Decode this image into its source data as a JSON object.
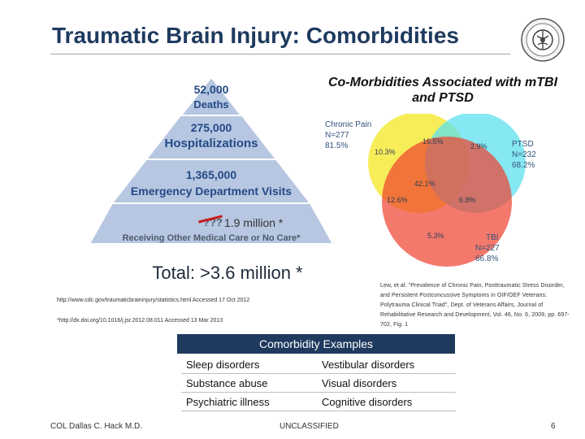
{
  "title": "Traumatic Brain Injury: Comorbidities",
  "pyramid": {
    "tiers": [
      {
        "value": "52,000",
        "label": "Deaths"
      },
      {
        "value": "275,000",
        "label": "Hospitalizations"
      },
      {
        "value": "1,365,000",
        "label": "Emergency Department Visits"
      },
      {
        "value": "???",
        "label": "Receiving Other Medical Care or No Care*"
      }
    ],
    "updated_estimate": "1.9 million *",
    "total": "Total: >3.6 million *"
  },
  "citations": {
    "cdc": "http://www.cdc.gov/traumaticbraininjury/statistics.html Accessed 17 Oct 2012",
    "doi": "*http://dx.doi.org/10.1016/j.jsr.2012.08.011   Accessed 13 Mar 2013"
  },
  "venn": {
    "title": "Co-Morbidities Associated with mTBI and PTSD",
    "sets": [
      {
        "name": "Chronic Pain",
        "n": "N=277",
        "pct": "81.5%",
        "color": "#f4ea3c"
      },
      {
        "name": "PTSD",
        "n": "N=232",
        "pct": "68.2%",
        "color": "#5ee0ee"
      },
      {
        "name": "TBI",
        "n": "N=227",
        "pct": "66.8%",
        "color": "#f0402f"
      }
    ],
    "regions": {
      "pain_only": "10.3%",
      "pain_ptsd": "16.5%",
      "ptsd_only": "2.9%",
      "all_three": "42.1%",
      "pain_tbi": "12.6%",
      "ptsd_tbi": "6.8%",
      "tbi_only": "5.3%"
    },
    "source": "Lew, et al: \"Prevalence of Chronic Pain, Posttraumatic Stress Disorder, and Persistent Postconcussive Symptoms in OIF/OEF Veterans: Polytrauma Clinical Triad\", Dept. of Veterans Affairs, Journal of Rehabilitative Research and Development, Vol. 46, No. 6, 2009, pp. 697-702, Fig. 1"
  },
  "comorbidity": {
    "header": "Comorbidity Examples",
    "rows": [
      [
        "Sleep disorders",
        "Vestibular disorders"
      ],
      [
        "Substance abuse",
        "Visual disorders"
      ],
      [
        "Psychiatric illness",
        "Cognitive disorders"
      ]
    ]
  },
  "footer": {
    "author": "COL Dallas C. Hack M.D.",
    "classification": "UNCLASSIFIED",
    "page": "6"
  }
}
